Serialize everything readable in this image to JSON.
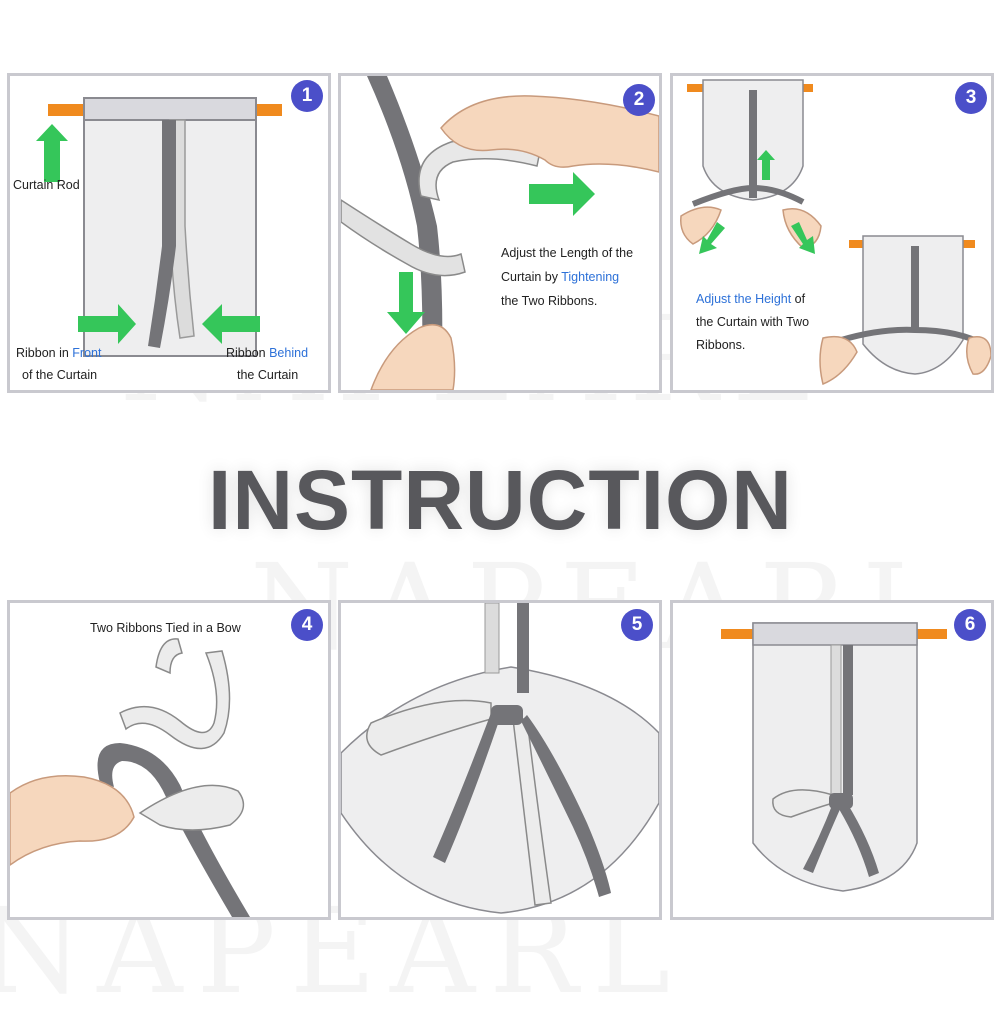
{
  "watermark": {
    "brand": "NAPEARL"
  },
  "title": "INSTRUCTION",
  "steps": [
    {
      "number": "1",
      "labels": {
        "rod": "Curtain Rod",
        "front_a": "Ribbon in ",
        "front_b": "Front",
        "front_c": "of the Curtain",
        "behind_a": "Ribbon ",
        "behind_b": "Behind",
        "behind_c": "the Curtain"
      }
    },
    {
      "number": "2",
      "labels": {
        "l1": "Adjust the Length of the",
        "l2a": "Curtain by ",
        "l2b": "Tightening",
        "l3": "the Two Ribbons."
      }
    },
    {
      "number": "3",
      "labels": {
        "l1a": "Adjust the Height",
        "l1b": " of",
        "l2": "the Curtain with Two",
        "l3": "Ribbons."
      }
    },
    {
      "number": "4",
      "labels": {
        "caption": "Two Ribbons Tied in a Bow"
      }
    },
    {
      "number": "5"
    },
    {
      "number": "6"
    }
  ],
  "colors": {
    "badge": "#4b4fc9",
    "accent_text": "#2d71d8",
    "arrow": "#35c65a",
    "rod": "#f08a1e",
    "ribbon_dark": "#747478",
    "ribbon_light": "#dcdcdc",
    "curtain": "#eeeeef",
    "panel_border": "#c9c9cf"
  }
}
